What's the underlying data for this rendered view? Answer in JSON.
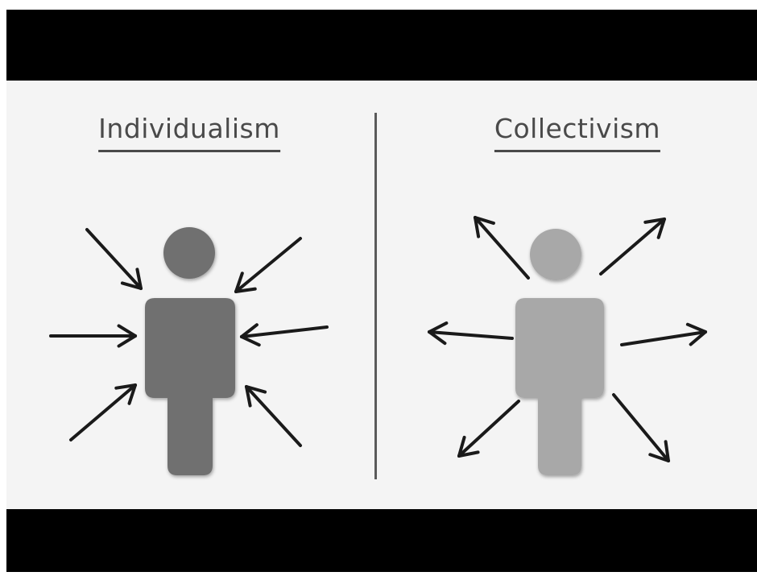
{
  "panels": {
    "left": {
      "title": "Individualism",
      "arrow_direction": "inward",
      "figure_color": "#707070"
    },
    "right": {
      "title": "Collectivism",
      "arrow_direction": "outward",
      "figure_color": "#a8a8a8"
    }
  },
  "colors": {
    "background": "#f4f4f4",
    "letterbox": "#000000",
    "text": "#4a4a4a",
    "arrow": "#1a1a1a"
  }
}
